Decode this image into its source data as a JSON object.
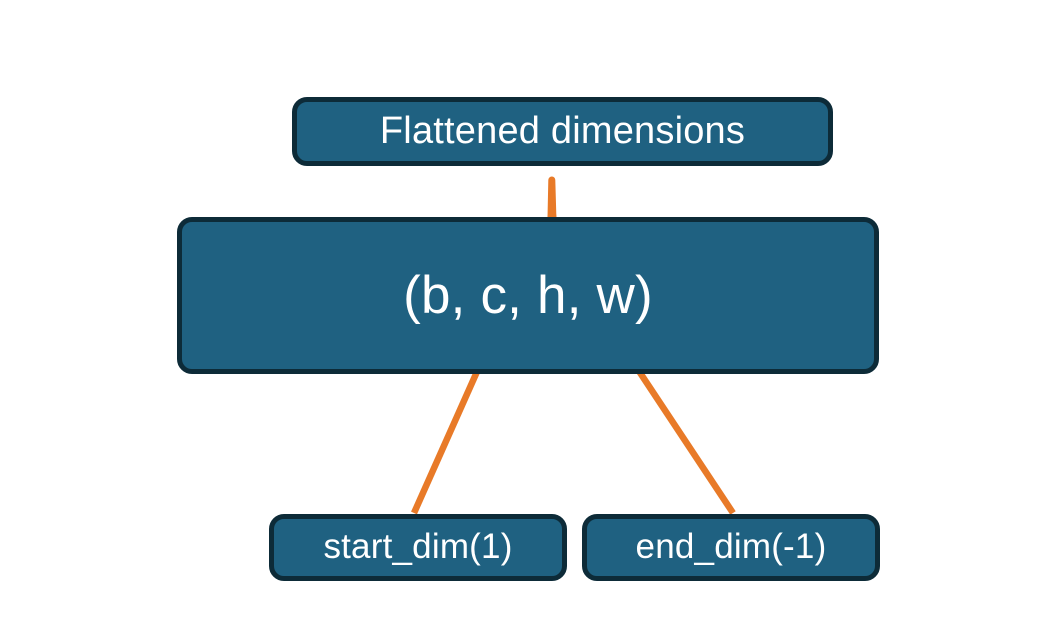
{
  "diagram": {
    "title": "Flatten dimensions diagram",
    "background_color": "#ffffff",
    "palette": {
      "box_fill": "#1f6181",
      "box_border": "#0d2b38",
      "box_text": "#ffffff",
      "connector": "#e87a28"
    },
    "nodes": {
      "flattened": {
        "label": "Flattened dimensions",
        "name": "flattened-dimensions-box"
      },
      "shape": {
        "label": "(b, c, h, w)",
        "name": "shape-tuple-box",
        "dims": [
          "b",
          "c",
          "h",
          "w"
        ]
      },
      "start_dim": {
        "label": "start_dim(1)",
        "name": "start-dim-box",
        "argument": "1"
      },
      "end_dim": {
        "label": "end_dim(-1)",
        "name": "end-dim-box",
        "argument": "-1"
      }
    },
    "connectors": [
      {
        "name": "flatten-range-brace",
        "type": "curly-brace-down",
        "color": "#e87a28",
        "from": "shape",
        "to": "flattened",
        "covers_dims": [
          "c",
          "h",
          "w"
        ]
      },
      {
        "name": "start-dim-arrow",
        "type": "arrow",
        "color": "#e87a28",
        "from": "start_dim",
        "to": "shape",
        "points_at": "c"
      },
      {
        "name": "end-dim-arrow",
        "type": "arrow",
        "color": "#e87a28",
        "from": "end_dim",
        "to": "shape",
        "points_at": "w"
      }
    ]
  }
}
